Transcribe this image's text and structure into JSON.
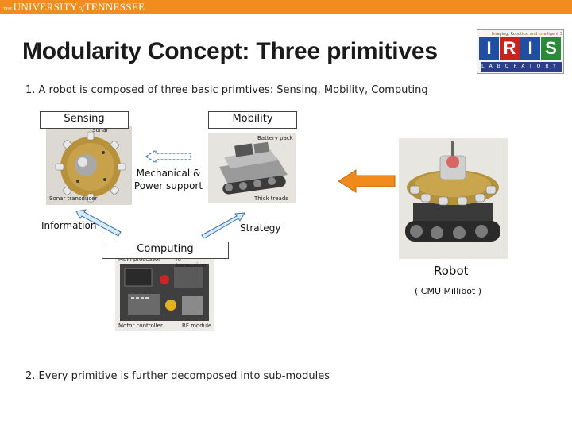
{
  "header": {
    "logo_the": "THE",
    "logo_university": "UNIVERSITY",
    "logo_of": "of",
    "logo_tennessee": "TENNESSEE",
    "bar_color": "#f28c1e"
  },
  "slide": {
    "title": "Modularity Concept: Three primitives",
    "point1": "1.  A robot is composed of three basic primtives: Sensing, Mobility, Computing",
    "point2": "2.  Every primitive is further decomposed into sub-modules"
  },
  "iris_logo": {
    "tagline": "Imaging, Robotics, and Intelligent Systems",
    "letters": [
      "I",
      "R",
      "I",
      "S"
    ],
    "letter_colors": [
      "#1f4ea3",
      "#c8231f",
      "#1f4ea3",
      "#2b8a3a"
    ],
    "lab_text": "LABORATORY"
  },
  "diagram": {
    "sensing_label": "Sensing",
    "mobility_label": "Mobility",
    "computing_label": "Computing",
    "mech_power_line1": "Mechanical &",
    "mech_power_line2": "Power support",
    "information_label": "Information",
    "strategy_label": "Strategy",
    "robot_label": "Robot",
    "robot_caption": "( CMU Millibot )",
    "arrow_color": "#f08a1c",
    "link_arrow_fill": "#d7ecf8",
    "link_arrow_stroke": "#3a6fb0"
  },
  "photo_annotations": {
    "sensing_top": "Sonar",
    "sensing_bottom": "Sonar transducer",
    "mobility_top": "Battery pack",
    "mobility_bottom": "Thick treads",
    "computing_top_left": "Main processor",
    "computing_top_right": "RF transceiver",
    "computing_bottom_left": "Motor controller",
    "computing_bottom_right": "RF module"
  }
}
